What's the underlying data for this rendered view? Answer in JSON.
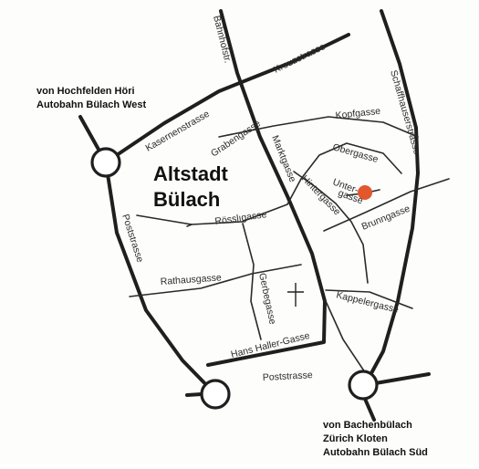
{
  "region_title": [
    "Altstadt",
    "Bülach"
  ],
  "directions": {
    "west": [
      "von Hochfelden Höri",
      "Autobahn Bülach West"
    ],
    "south": [
      "von Bachenbülach",
      "Zürich Kloten",
      "Autobahn Bülach Süd"
    ]
  },
  "streets": {
    "bahnhofstr": "Bahnhofstr.",
    "kreuzstrasse": "Kreuzstrasse",
    "schaffhauserstrasse": "Schaffhauserstrasse",
    "kasernenstrasse": "Kasernenstrasse",
    "grabengasse": "Grabengasse",
    "kopfgasse": "Kopfgasse",
    "marktgasse": "Marktgasse",
    "obergasse": "Obergasse",
    "untergasse": [
      "Unter-",
      "gasse"
    ],
    "hintergasse": "Hintergasse",
    "brunngasse": "Brunngasse",
    "roessligasse": "Rösslıgasse",
    "poststrasse_west": "Poststrasse",
    "rathausgasse": "Rathausgasse",
    "gerbegasse": "Gerbegasse",
    "kappelergasse": "Kappelergasse",
    "hans_haller_gasse": "Hans Haller-Gasse",
    "poststrasse_south": "Poststrasse"
  },
  "colors": {
    "road": "#1f1f1f",
    "marker": "#e2572c",
    "background": "#fdfdfb"
  },
  "icons": {
    "church": "church-cross-icon",
    "location": "location-dot-icon"
  }
}
